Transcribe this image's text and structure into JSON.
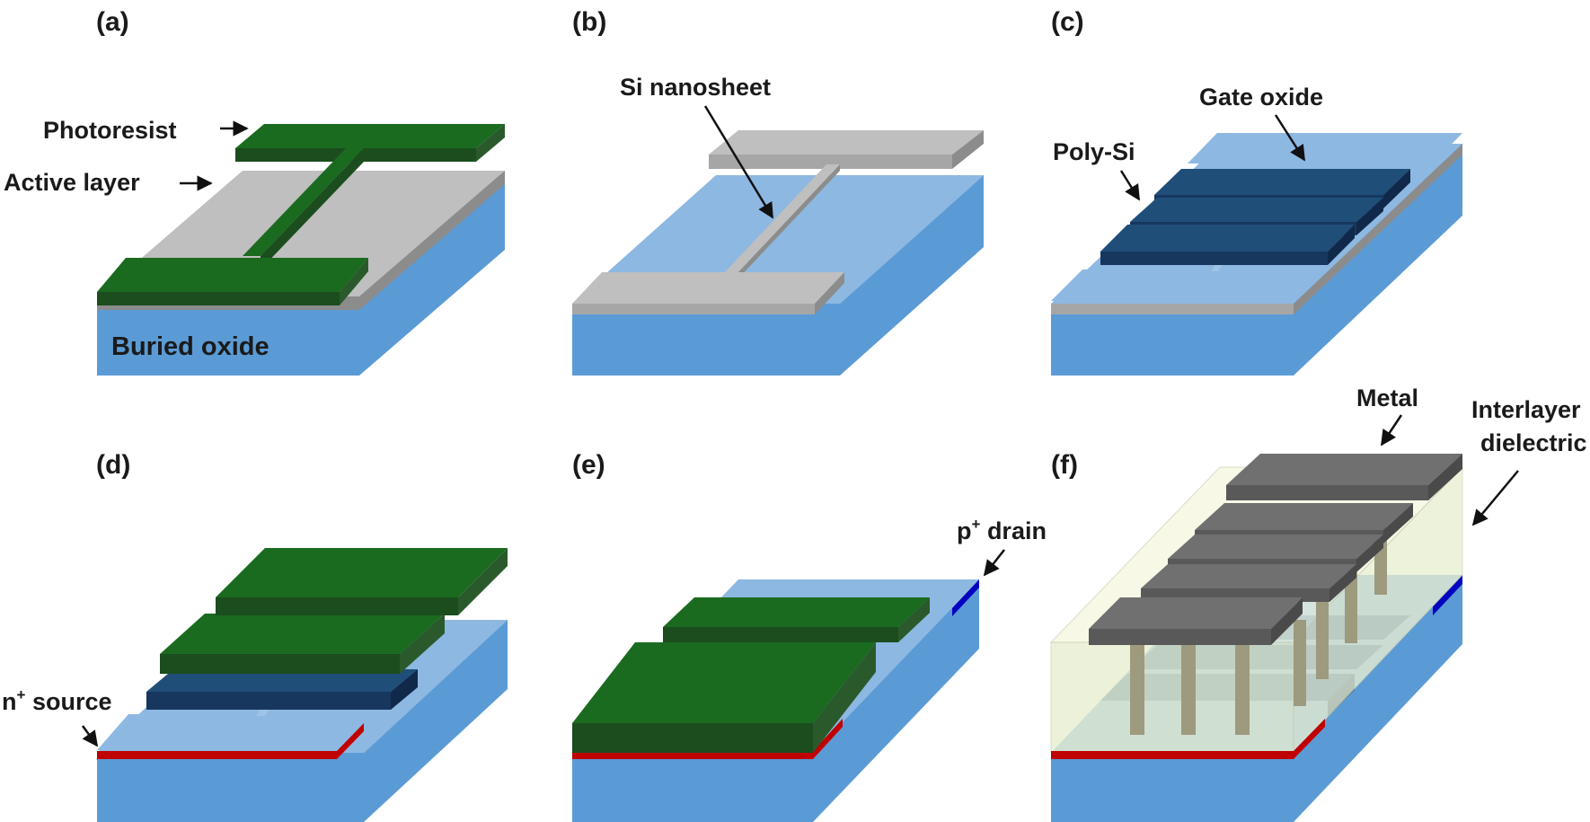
{
  "panels": {
    "a": {
      "label": "(a)",
      "photoresist": "Photoresist",
      "active_layer": "Active layer",
      "buried_oxide": "Buried oxide"
    },
    "b": {
      "label": "(b)",
      "si_nanosheet": "Si nanosheet"
    },
    "c": {
      "label": "(c)",
      "gate_oxide": "Gate oxide",
      "poly_si": "Poly-Si"
    },
    "d": {
      "label": "(d)",
      "n_source_letter": "n",
      "n_source_sup": "+",
      "n_source_word": " source"
    },
    "e": {
      "label": "(e)",
      "p_drain_letter": "p",
      "p_drain_sup": "+",
      "p_drain_word": " drain"
    },
    "f": {
      "label": "(f)",
      "metal": "Metal",
      "ild_line1": "Interlayer",
      "ild_line2": "dielectric"
    }
  },
  "colors": {
    "substrate_top": "#8ab8e2",
    "substrate_front": "#5b9bd5",
    "substrate_side": "#5b9bd5",
    "silicon_top": "#bfbfbf",
    "silicon_edge": "#8c8c8c",
    "photoresist_top": "#1a6b1f",
    "photoresist_front": "#1b4d1e",
    "photoresist_side": "#2a5a2c",
    "poly_top": "#1f4e79",
    "poly_front": "#17375e",
    "oxide_top": "#8db8e2",
    "n_source": "#c00000",
    "p_drain": "#0000c0",
    "metal_top": "#707070",
    "metal_front": "#595959",
    "via": "#9e9a7e",
    "ild": "#f4f7dc"
  }
}
